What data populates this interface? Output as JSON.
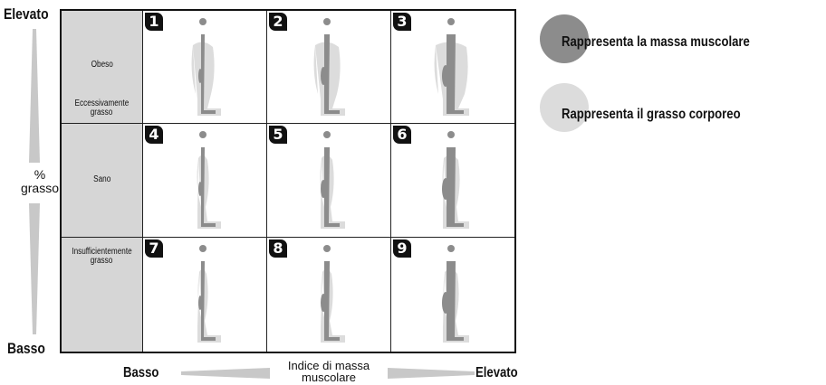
{
  "y_axis": {
    "top_label": "Elevato",
    "bottom_label": "Basso",
    "label_line1": "%",
    "label_line2": "grasso"
  },
  "x_axis": {
    "left_label": "Basso",
    "right_label": "Elevato",
    "label_line1": "Indice di massa",
    "label_line2": "muscolare"
  },
  "rows": [
    {
      "label_lines": [
        "Obeso"
      ],
      "sublabel_lines": [
        "Eccessivamente",
        "grasso"
      ]
    },
    {
      "label_lines": [
        "Sano"
      ]
    },
    {
      "label_lines": [
        "Insufficientemente",
        "grasso"
      ]
    }
  ],
  "cells": [
    "1",
    "2",
    "3",
    "4",
    "5",
    "6",
    "7",
    "8",
    "9"
  ],
  "legend": [
    {
      "label": "Rappresenta la massa muscolare",
      "color": "#8c8c8c"
    },
    {
      "label": "Rappresenta il grasso corporeo",
      "color": "#dcdcdc"
    }
  ],
  "colors": {
    "muscle": "#8c8c8c",
    "fat": "#dcdcdc",
    "row_label_bg": "#d6d6d6"
  }
}
